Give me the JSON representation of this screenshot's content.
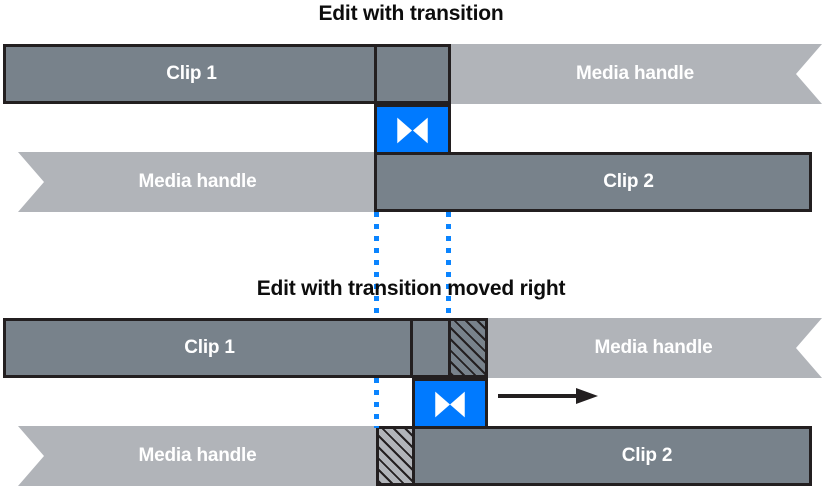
{
  "figure": {
    "caption_top": "Edit with transition",
    "caption_bottom": "Edit with transition moved right"
  },
  "colors": {
    "clip_fill": "#78828b",
    "media_handle_fill": "#b1b4b9",
    "transition_fill": "#007aff",
    "outline": "#231f20",
    "guide_line": "#0a84ff",
    "label_text": "#ffffff",
    "title_text": "#0d0d0d",
    "arrow": "#231f20"
  },
  "diagrams": [
    {
      "id": "edit-with-transition",
      "title": "Edit with transition",
      "upper_track": {
        "clip_label": "Clip 1",
        "handle_label": "Media handle",
        "clip_overlap_segment": "",
        "handle_notch": "right"
      },
      "transition": {
        "icon": "transition-bowtie-icon",
        "label": ""
      },
      "lower_track": {
        "handle_label": "Media handle",
        "clip_label": "Clip 2",
        "clip_overlap_segment": "",
        "handle_notch": "left"
      }
    },
    {
      "id": "edit-with-transition-moved-right",
      "title": "Edit with transition moved right",
      "upper_track": {
        "clip_label": "Clip 1",
        "handle_label": "Media handle",
        "clip_overlap_segment": "",
        "clip_added_segment": "hatched",
        "handle_notch": "right"
      },
      "transition": {
        "icon": "transition-bowtie-icon",
        "label": ""
      },
      "move_indicator": {
        "icon": "right-arrow-icon",
        "direction": "right"
      },
      "lower_track": {
        "handle_label": "Media handle",
        "clip_label": "Clip 2",
        "clip_overlap_segment": "",
        "clip_removed_segment": "hatched",
        "handle_notch": "left"
      }
    }
  ],
  "guides": {
    "count": 2,
    "description": "vertical dotted alignment guides linking the two diagrams"
  }
}
